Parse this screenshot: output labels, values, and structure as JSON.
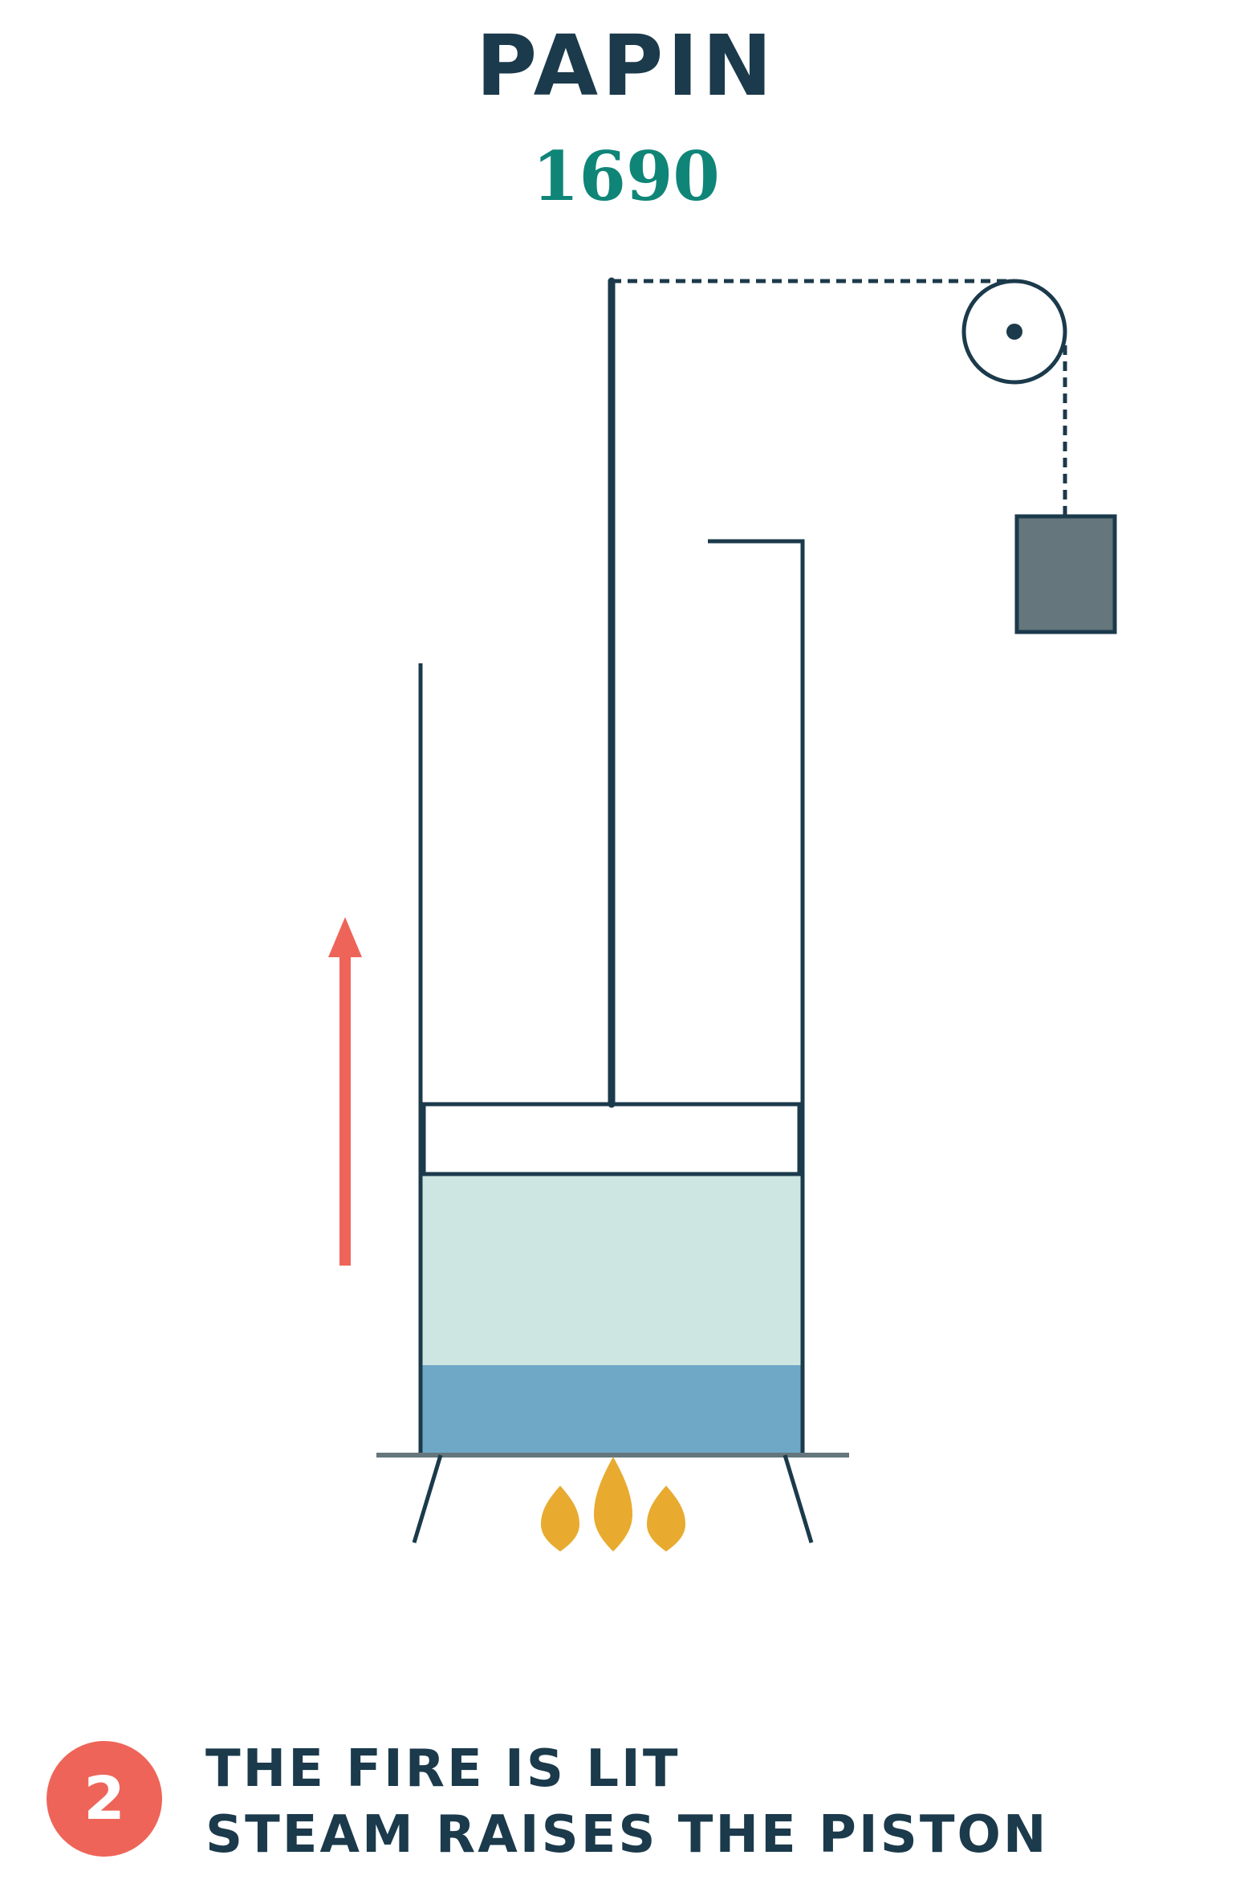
{
  "header": {
    "title": "PAPIN",
    "year": "1690"
  },
  "step": {
    "number": "2",
    "line1": "THE FIRE IS LIT",
    "line2": "STEAM RAISES THE PISTON"
  },
  "colors": {
    "ink": "#1b3a4b",
    "year": "#0f8578",
    "steam": "#cde6e2",
    "water": "#6fa8c6",
    "flame": "#e8ab30",
    "arrow": "#ee6459",
    "weight": "#65767c",
    "base": "#65767c"
  },
  "icons": {
    "flame": "flame-icon",
    "pulley": "pulley-icon",
    "arrow": "up-arrow-icon",
    "weight": "weight-icon"
  }
}
